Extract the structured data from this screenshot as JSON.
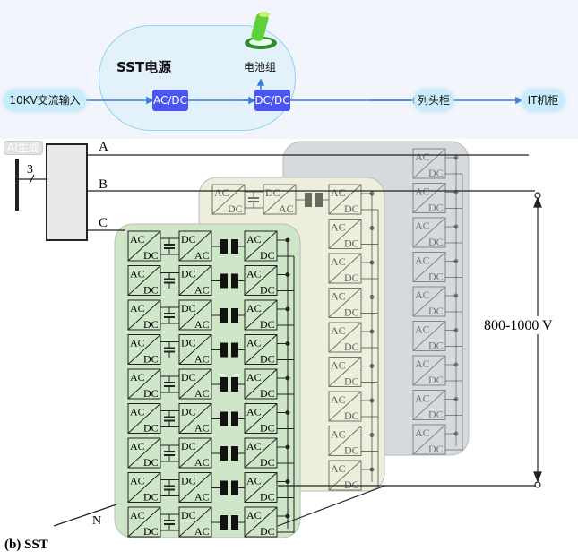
{
  "flow": {
    "input": "10KV交流输入",
    "sst_title": "SST电源",
    "acdc": "AC/DC",
    "dcdc": "DC/DC",
    "battery": "电池组",
    "column_cabinet": "列头柜",
    "it_cabinet": "IT机柜",
    "colors": {
      "block": "#4b55f0",
      "pill": "#c9ecfb",
      "line": "#3a7be0"
    }
  },
  "diagram": {
    "phases": [
      "A",
      "B",
      "C"
    ],
    "neutral": "N",
    "phase_count": "3",
    "voltage": "800-1000 V",
    "caption": "(b) SST",
    "module_labels": {
      "ac": "AC",
      "dc": "DC"
    },
    "rows_per_panel": 9,
    "panel_colors": {
      "front": "#cfe6c8",
      "middle": "#eeeedd",
      "back": "#d6dadd"
    }
  },
  "watermark": "AI生成"
}
